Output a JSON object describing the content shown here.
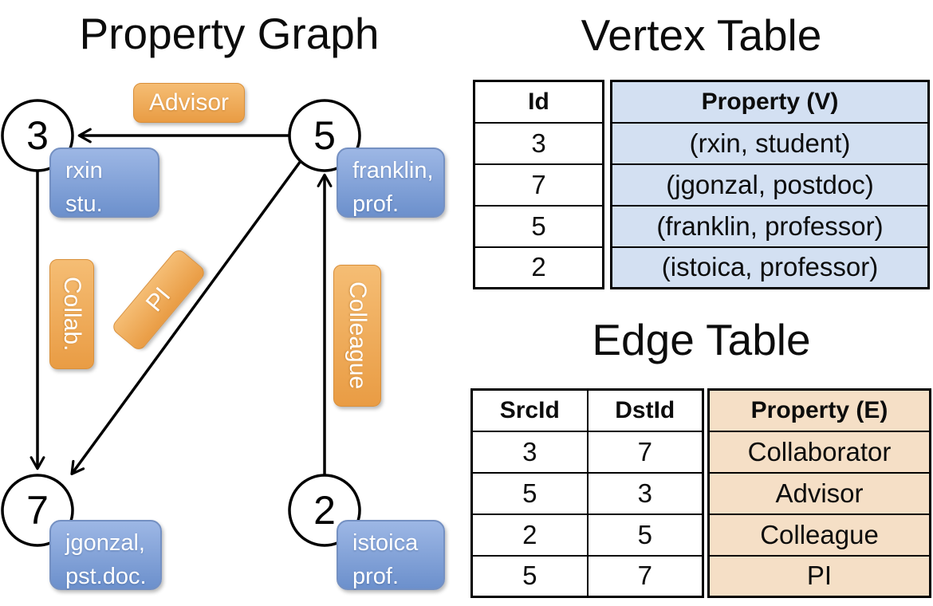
{
  "titles": {
    "graph": "Property Graph",
    "vertex_table": "Vertex Table",
    "edge_table": "Edge Table"
  },
  "graph": {
    "nodes": [
      {
        "id": "3",
        "property_lines": [
          "rxin",
          "stu."
        ]
      },
      {
        "id": "5",
        "property_lines": [
          "franklin,",
          "prof."
        ]
      },
      {
        "id": "7",
        "property_lines": [
          "jgonzal,",
          "pst.doc."
        ]
      },
      {
        "id": "2",
        "property_lines": [
          "istoica",
          "prof."
        ]
      }
    ],
    "edge_labels": {
      "advisor": "Advisor",
      "collab": "Collab.",
      "pi": "PI",
      "colleague": "Colleague"
    }
  },
  "vertex_table": {
    "headers": {
      "id": "Id",
      "property": "Property (V)"
    },
    "rows": [
      {
        "id": "3",
        "property": "(rxin, student)"
      },
      {
        "id": "7",
        "property": "(jgonzal, postdoc)"
      },
      {
        "id": "5",
        "property": "(franklin, professor)"
      },
      {
        "id": "2",
        "property": "(istoica, professor)"
      }
    ]
  },
  "edge_table": {
    "headers": {
      "src": "SrcId",
      "dst": "DstId",
      "property": "Property (E)"
    },
    "rows": [
      {
        "src": "3",
        "dst": "7",
        "property": "Collaborator"
      },
      {
        "src": "5",
        "dst": "3",
        "property": "Advisor"
      },
      {
        "src": "2",
        "dst": "5",
        "property": "Colleague"
      },
      {
        "src": "5",
        "dst": "7",
        "property": "PI"
      }
    ]
  },
  "colors": {
    "edge_label_gradient_top": "#f5bd74",
    "edge_label_gradient_bottom": "#e99c44",
    "vertex_box_gradient_top": "#9db7e5",
    "vertex_box_gradient_bottom": "#6c90cc",
    "vertex_property_cell_bg": "#d3e0f2",
    "edge_property_cell_bg": "#f5dfc6",
    "graph_line": "#000000"
  }
}
